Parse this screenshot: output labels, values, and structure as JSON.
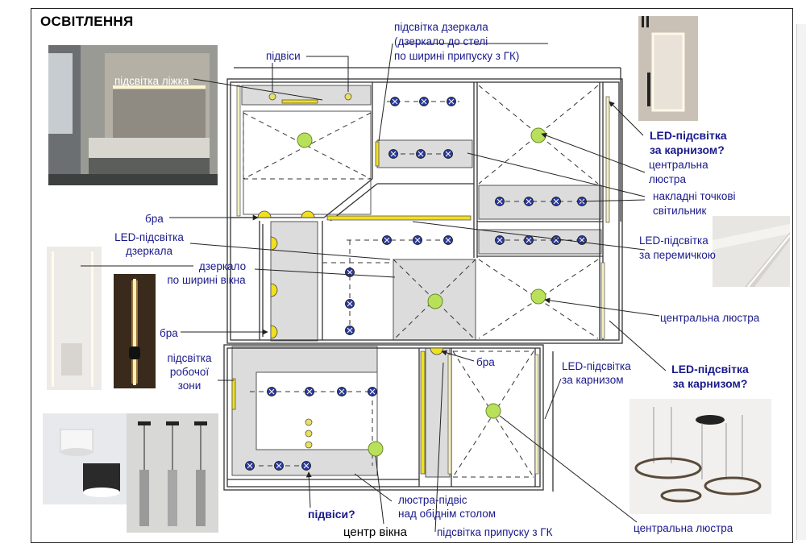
{
  "title": "ОСВІТЛЕННЯ",
  "labels": {
    "pidvisy_top": "підвіси",
    "mirror_light_1": "підсвітка дзеркала",
    "mirror_light_2": "(дзеркало до стелі",
    "mirror_light_3": "по ширині припуску з ГК)",
    "bed_light": "підсвітка ліжка",
    "led_cornice_top_1": "LED-підсвітка",
    "led_cornice_top_2": "за карнизом?",
    "central_chandelier_1a": "центральна",
    "central_chandelier_1b": "люстра",
    "spotlights_1": "накладні точкові",
    "spotlights_2": "світильник",
    "bra_1": "бра",
    "led_mirror_1": "LED-підсвітка",
    "led_mirror_2": "дзеркала",
    "led_lintel_1": "LED-підсвітка",
    "led_lintel_2": "за перемичкою",
    "mirror_window_1": "дзеркало",
    "mirror_window_2": "по ширині вікна",
    "central_chandelier_2": "центральна люстра",
    "bra_2": "бра",
    "work_light_1": "підсвітка",
    "work_light_2": "робочої",
    "work_light_3": "зони",
    "bra_3": "бра",
    "led_cornice_mid_1": "LED-підсвітка",
    "led_cornice_mid_2": "за карнизом",
    "led_cornice_bold_1": "LED-підсвітка",
    "led_cornice_bold_2": "за карнизом?",
    "pidvisy_bottom": "підвіси?",
    "pendant_dining_1": "люстра-підвіс",
    "pendant_dining_2": "над обіднім столом",
    "window_center": "центр вікна",
    "gk_light": "підсвітка припуску з ГК",
    "central_chandelier_3": "центральна люстра"
  },
  "colors": {
    "label_blue": "#1a1a8c",
    "fixture_yellow": "#f0e020",
    "spot_blue": "#2b3a9e",
    "chandelier_green": "#b9e05a",
    "zone_gray": "#dcdcdc"
  },
  "photos": {
    "bedroom": "bedroom-photo",
    "mirror": "led-mirror-photo",
    "hall": "hall-mirror-photo",
    "wall_lamp": "led-wall-lamp-photo",
    "spotlights": "surface-spotlights-photo",
    "pendants": "pendant-lamps-photo",
    "ceiling_led": "ceiling-led-profile-photo",
    "ring_chandelier": "ring-chandelier-photo"
  }
}
